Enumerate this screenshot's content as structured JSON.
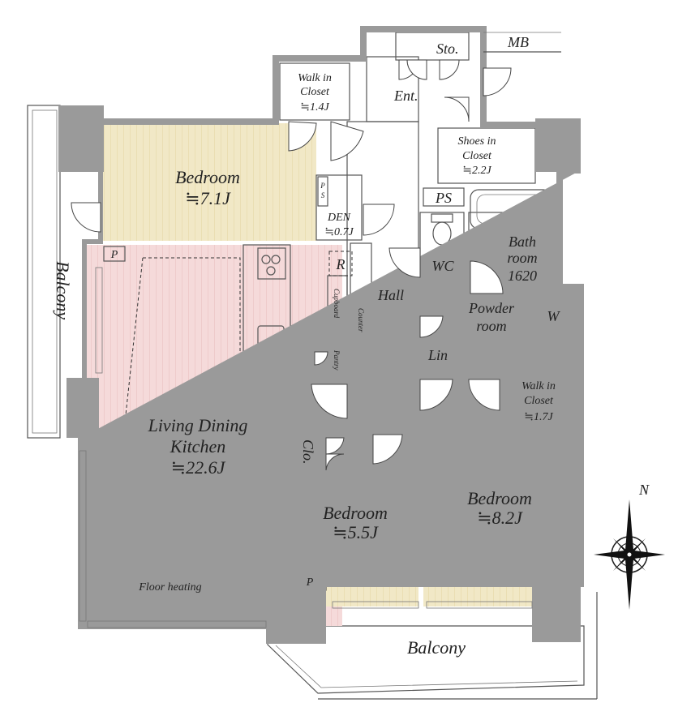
{
  "rooms": {
    "walk_in_closet_1": {
      "name": "Walk in\nCloset",
      "size": "≒1.4J"
    },
    "storage": "Sto.",
    "meter_box": "MB",
    "entrance": "Ent.",
    "shoes_closet": {
      "name": "Shoes in\nCloset",
      "size": "≒2.2J"
    },
    "bedroom_1": {
      "name": "Bedroom",
      "size": "≒7.1J"
    },
    "pipe_space_small": "P\nS",
    "den": {
      "name": "DEN",
      "size": "≒0.7J"
    },
    "pipe_space": "PS",
    "bathroom": {
      "name": "Bath\nroom",
      "size": "1620"
    },
    "wc": "WC",
    "refrigerator": "R",
    "cupboard": "Cupboard",
    "counter": "Counter",
    "pantry": "Pantry",
    "hall": "Hall",
    "powder_room": "Powder\nroom",
    "washer": "W",
    "linen": "Lin",
    "walk_in_closet_2": {
      "name": "Walk in\nCloset",
      "size": "≒1.7J"
    },
    "ldk": {
      "name": "Living Dining\nKitchen",
      "size": "≒22.6J"
    },
    "closet": "Clo.",
    "bedroom_2": {
      "name": "Bedroom",
      "size": "≒5.5J"
    },
    "bedroom_3": {
      "name": "Bedroom",
      "size": "≒8.2J"
    },
    "floor_heating": "Floor heating",
    "balcony_west": "Balcony",
    "balcony_south": "Balcony",
    "pipe_west": "P",
    "pipe_south": "P"
  },
  "compass": {
    "north_label": "N"
  },
  "colors": {
    "bedroom": "#f1e8c6",
    "ldk": "#f5dada",
    "closet": "#f0dcc0",
    "wet": "#d6ebe2",
    "kitchen_counter": "#c4e4dd",
    "wall": "#9a9a9a"
  }
}
